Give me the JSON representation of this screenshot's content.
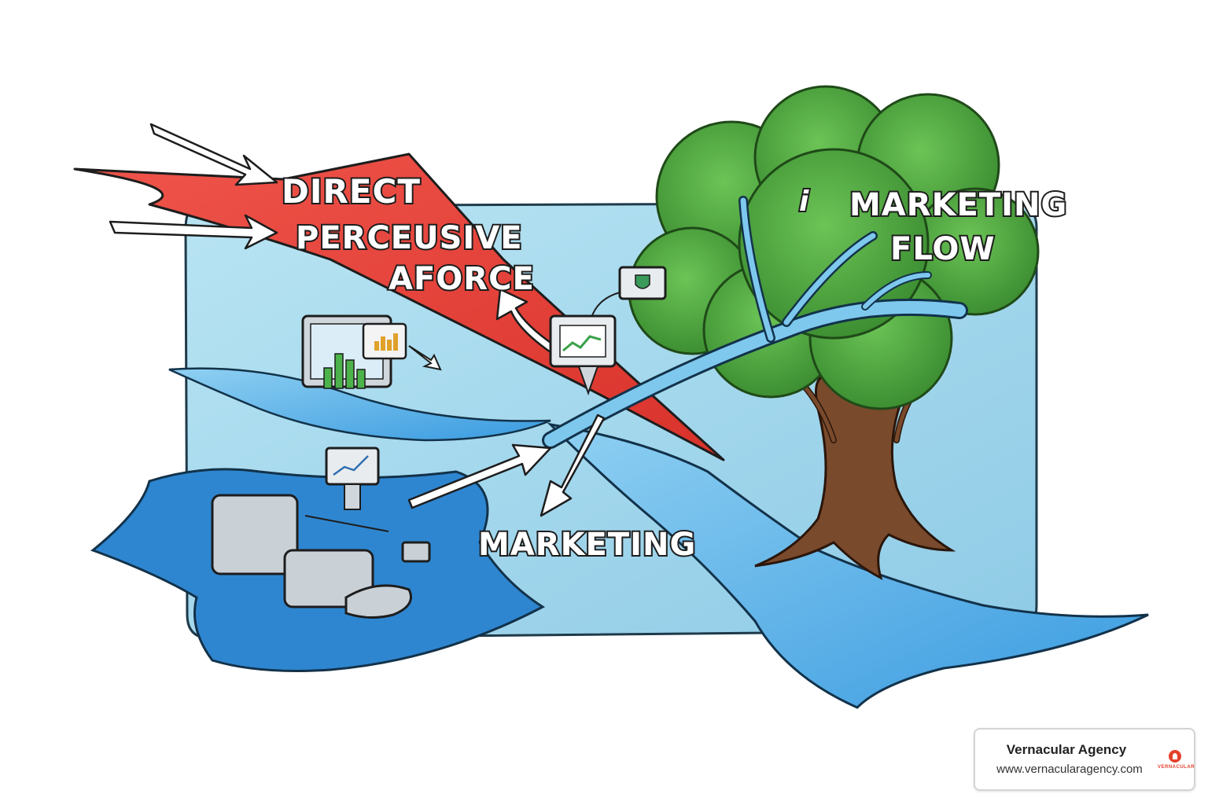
{
  "labels": {
    "direct": "DIRECT",
    "perceusive": "PERCEUSIVE",
    "aforce": "AFORCE",
    "marketing_flow_1": "MARKETING",
    "marketing_flow_2": "FLOW",
    "marketing": "MARKETING",
    "info": "i"
  },
  "badge": {
    "title": "Vernacular Agency",
    "url": "www.vernacularagency.com",
    "logo_text": "VERNACULAR"
  },
  "colors": {
    "red_bolt": "#e8423c",
    "water": "#4aa9e3",
    "water_dark": "#2f86c9",
    "panel": "#a9dbee",
    "tree_green": "#4fa83d",
    "trunk": "#7a4a2c",
    "accent_logo": "#e4412b"
  },
  "icons": [
    "monitor-chart-icon",
    "bar-chart-icon",
    "shield-icon",
    "line-chart-icon",
    "server-icon",
    "info-icon",
    "arrow-icon"
  ]
}
